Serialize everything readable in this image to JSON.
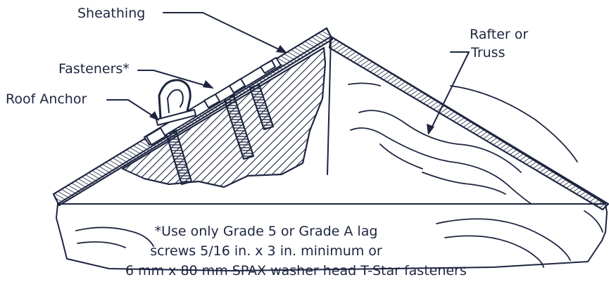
{
  "labels": {
    "sheathing": "Sheathing",
    "fasteners": "Fasteners*",
    "roof_anchor": "Roof Anchor",
    "rafter_line1": "Rafter or",
    "rafter_line2": "Truss"
  },
  "note": {
    "line1": "*Use only Grade 5 or Grade A lag",
    "line2": "screws 5/16 in. x 3 in. minimum or",
    "line3": "6 mm x 80 mm SPAX washer head T-Star fasteners"
  },
  "colors": {
    "ink": "#1d2540",
    "background": "#ffffff"
  }
}
